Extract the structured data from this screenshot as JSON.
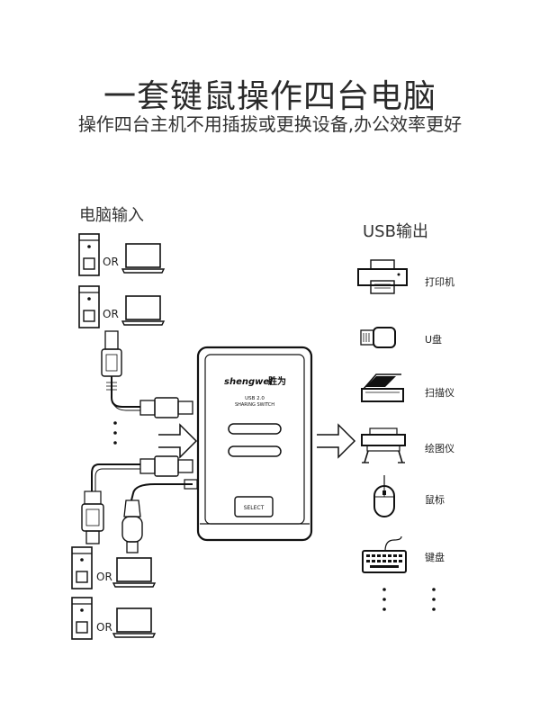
{
  "title": "一套键鼠操作四台电脑",
  "subtitle": "操作四台主机不用插拔或更换设备,办公效率更好",
  "input_section": {
    "label": "电脑输入",
    "or_label": "OR"
  },
  "output_section": {
    "label": "USB输出",
    "devices": [
      "打印机",
      "U盘",
      "扫描仪",
      "绘图仪",
      "鼠标",
      "键盘"
    ]
  },
  "switch": {
    "brand": "shengwei",
    "brand_cn": "胜为",
    "model_line1": "USB 2.0",
    "model_line2": "SHARING SWITCH",
    "button_label": "SELECT"
  },
  "icons": [
    "computer-tower-icon",
    "laptop-icon",
    "usb-cable-icon",
    "arrow-right-icon",
    "printer-icon",
    "usb-drive-icon",
    "scanner-icon",
    "plotter-icon",
    "mouse-icon",
    "keyboard-icon"
  ]
}
